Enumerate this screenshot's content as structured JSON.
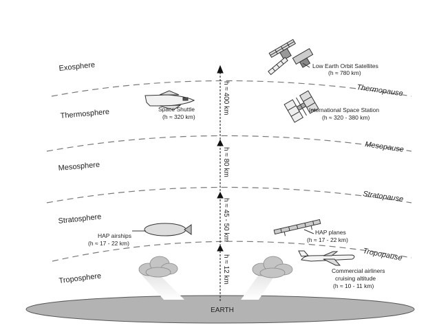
{
  "layers": {
    "exosphere": "Exosphere",
    "thermosphere": "Thermosphere",
    "mesosphere": "Mesosphere",
    "stratosphere": "Stratosphere",
    "troposphere": "Troposphere"
  },
  "boundaries": {
    "thermopause": "Thermopause",
    "mesopause": "Mesopause",
    "stratopause": "Stratopause",
    "tropopause": "Tropopause"
  },
  "altitudes": {
    "a400": "h ≈ 400 km",
    "a80": "h ≈ 80 km",
    "a45": "h ≈ 45 - 50 km",
    "a12": "h ≈ 12 km"
  },
  "objects": {
    "leo": {
      "title": "Low Earth Orbit Satellites",
      "altitude": "(h ≈ 780 km)"
    },
    "iss": {
      "title": "International Space Station",
      "altitude": "(h ≈ 320 - 380 km)"
    },
    "shuttle": {
      "title": "Space Shuttle",
      "altitude": "(h ≈ 320 km)"
    },
    "hap_airships": {
      "title": "HAP airships",
      "altitude": "(h ≈ 17 - 22 km)"
    },
    "hap_planes": {
      "title": "HAP planes",
      "altitude": "(h ≈ 17 - 22 km)"
    },
    "airliners": {
      "title1": "Commercial airliners",
      "title2": "cruising altitude",
      "altitude": "(h ≈ 10 - 11 km)"
    }
  },
  "earth": "EARTH"
}
